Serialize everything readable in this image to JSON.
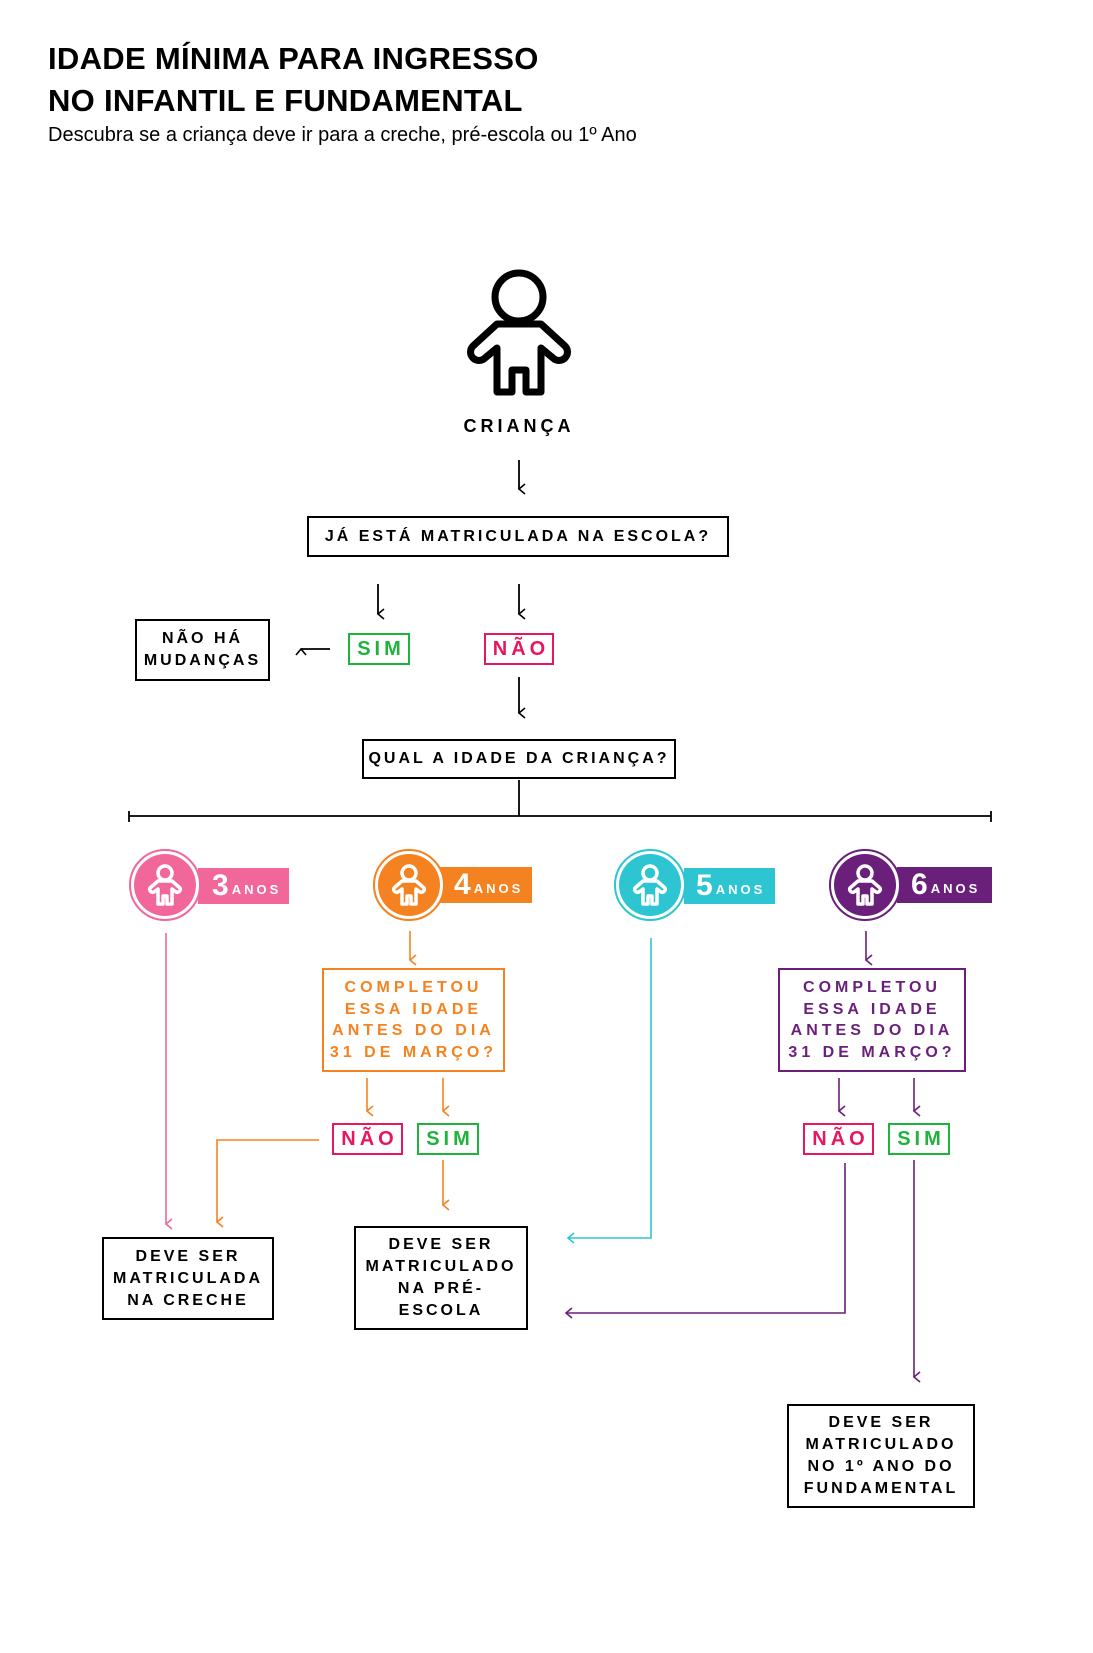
{
  "header": {
    "title_line1": "IDADE MÍNIMA PARA INGRESSO",
    "title_line2": "NO INFANTIL E FUNDAMENTAL",
    "subtitle": "Descubra se a criança deve ir para a creche, pré-escola ou 1º Ano"
  },
  "start": {
    "label": "CRIANÇA",
    "icon": "child-icon"
  },
  "q1": {
    "text": "JÁ ESTÁ MATRICULADA NA ESCOLA?"
  },
  "q1_yes": "SIM",
  "q1_no": "NÃO",
  "no_change": {
    "line1": "NÃO HÁ",
    "line2": "MUDANÇAS"
  },
  "q2": {
    "text": "QUAL A IDADE DA CRIANÇA?"
  },
  "ages": [
    {
      "num": "3",
      "word": "ANOS",
      "color": "#f2679a"
    },
    {
      "num": "4",
      "word": "ANOS",
      "color": "#f58220"
    },
    {
      "num": "5",
      "word": "ANOS",
      "color": "#2ec5d3"
    },
    {
      "num": "6",
      "word": "ANOS",
      "color": "#6a1f7a"
    }
  ],
  "q_date": {
    "line1": "COMPLETOU",
    "line2": "ESSA IDADE",
    "line3": "ANTES DO DIA",
    "date": "31 DE MARÇO",
    "qmark": "?"
  },
  "answers": {
    "no": "NÃO",
    "yes": "SIM"
  },
  "results": {
    "creche": {
      "line1": "DEVE SER",
      "line2": "MATRICULADA",
      "line3": "NA CRECHE"
    },
    "pre": {
      "line1": "DEVE SER",
      "line2": "MATRICULADO",
      "line3": "NA PRÉ-",
      "line4": "ESCOLA"
    },
    "fund": {
      "line1": "DEVE SER",
      "line2": "MATRICULADO",
      "line3": "NO 1º ANO DO",
      "line4": "FUNDAMENTAL"
    }
  },
  "colors": {
    "black": "#000000",
    "green": "#1fb33c",
    "red": "#e8175d"
  }
}
